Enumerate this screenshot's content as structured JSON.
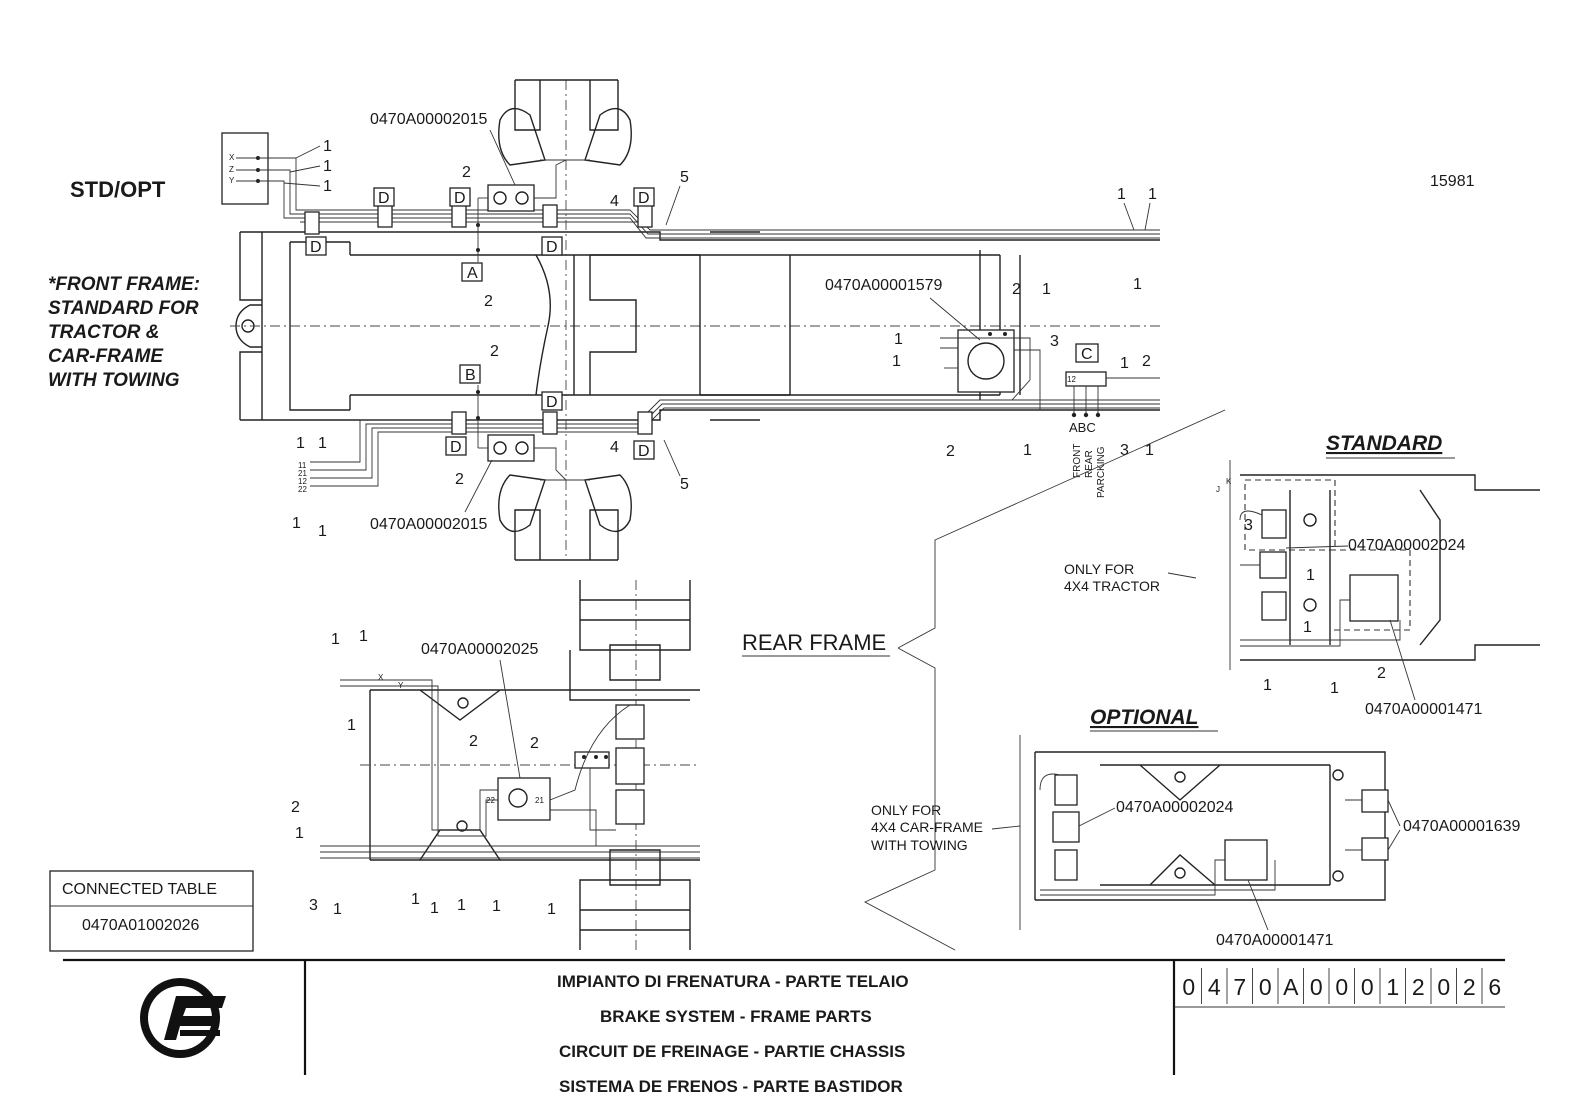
{
  "drawing": {
    "sheet_number": "15981",
    "variant_label": "STD/OPT",
    "front_frame_note": [
      "*FRONT FRAME:",
      "STANDARD FOR",
      "TRACTOR &",
      "CAR-FRAME",
      "WITH TOWING"
    ],
    "rear_frame_label": "REAR FRAME",
    "standard_label": "STANDARD",
    "optional_label": "OPTIONAL",
    "only_4x4_tractor": [
      "ONLY FOR",
      "4X4 TRACTOR"
    ],
    "only_4x4_carframe": [
      "ONLY FOR",
      "4X4 CAR-FRAME",
      "WITH TOWING"
    ],
    "circuit_labels": [
      "FRONT",
      "REAR",
      "PARCKING"
    ],
    "abc": "ABC",
    "box_letters": {
      "a": "A",
      "b": "B",
      "c": "C",
      "d": "D"
    },
    "port_labels": {
      "x": "X",
      "y": "Y",
      "z": "Z",
      "j": "J",
      "k": "K"
    },
    "pipe_ports": [
      "11",
      "21",
      "12",
      "22"
    ],
    "part_codes": {
      "valve_front": "0470A00002015",
      "valve_center": "0470A00001579",
      "valve_rear": "0470A00002025",
      "valve_4x4": "0470A00002024",
      "valve_trailer": "0470A00001471",
      "valve_opt_side": "0470A00001639"
    },
    "callout_numbers": {
      "one": "1",
      "two": "2",
      "three": "3",
      "four": "4",
      "five": "5"
    }
  },
  "connected_table": {
    "header": "CONNECTED TABLE",
    "value": "0470A01002026"
  },
  "title_block": {
    "lines": [
      "IMPIANTO DI FRENATURA - PARTE TELAIO",
      "BRAKE SYSTEM - FRAME PARTS",
      "CIRCUIT DE FREINAGE - PARTIE CHASSIS",
      "SISTEMA DE FRENOS - PARTE BASTIDOR"
    ],
    "drawing_code_chars": [
      "0",
      "4",
      "7",
      "0",
      "A",
      "0",
      "0",
      "0",
      "1",
      "2",
      "0",
      "2",
      "6"
    ]
  }
}
